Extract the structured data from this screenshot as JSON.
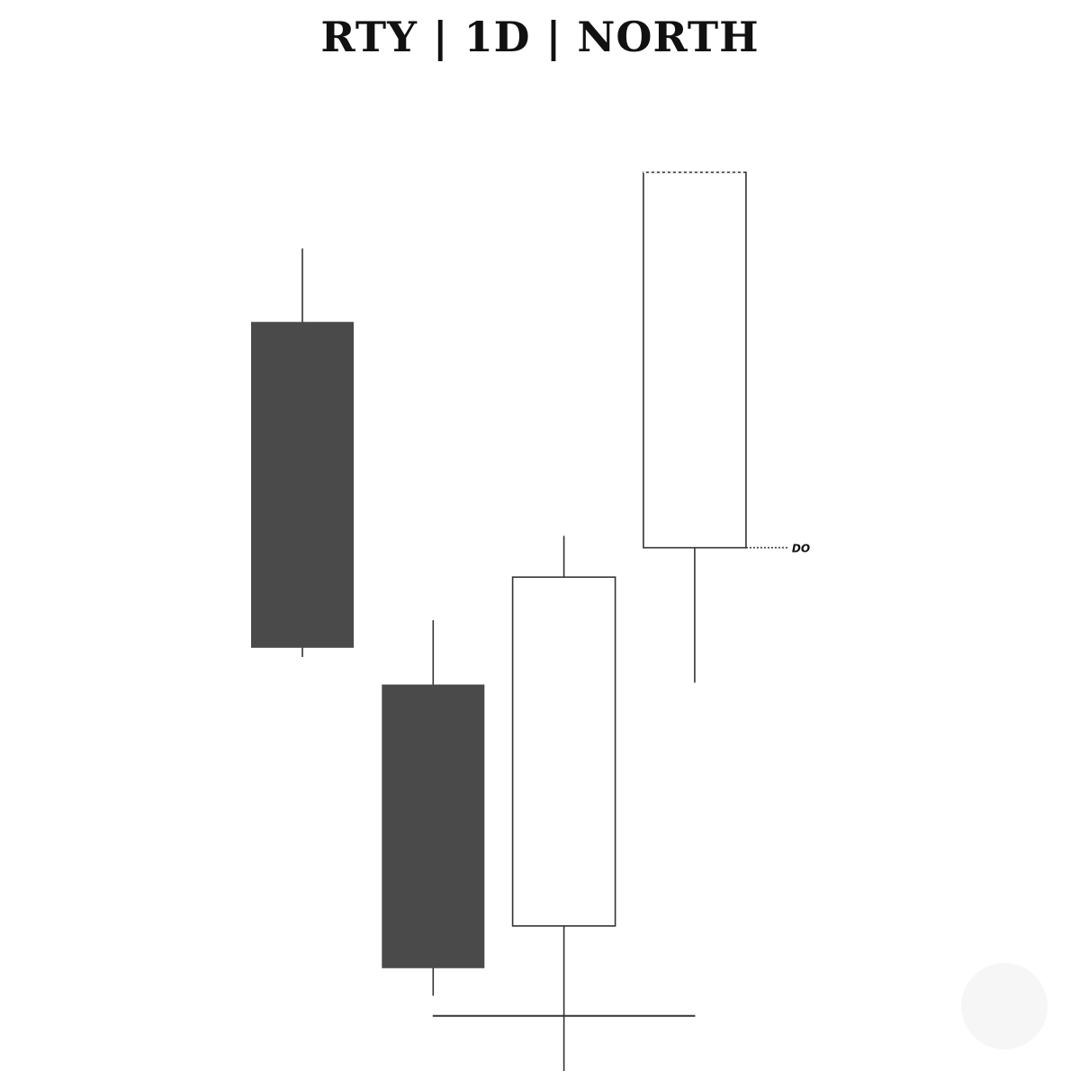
{
  "chart_data": {
    "type": "candlestick",
    "title": "RTY | 1D | NORTH",
    "y_scale": "price (unlabeled)",
    "ylim": [
      0,
      100
    ],
    "grid": false,
    "candles": [
      {
        "open": 81.6,
        "high": 89.6,
        "low": 45.1,
        "close": 46.1,
        "direction": "down"
      },
      {
        "open": 42.1,
        "high": 49.1,
        "low": 8.2,
        "close": 11.2,
        "direction": "down"
      },
      {
        "open": 15.8,
        "high": 58.3,
        "low": 0.0,
        "close": 53.8,
        "direction": "up"
      },
      {
        "open": 57.0,
        "high": 97.9,
        "low": 42.3,
        "close": 97.9,
        "direction": "up"
      }
    ],
    "baseline": {
      "value": 6.0,
      "from_candle": 2,
      "to_candle": 4
    },
    "annotations": [
      {
        "text": "DO",
        "value": 57.0,
        "candle": 4,
        "style": "dotted"
      }
    ],
    "colors": {
      "down_fill": "#4a4a4a",
      "up_fill": "#ffffff",
      "stroke": "#333333"
    }
  }
}
